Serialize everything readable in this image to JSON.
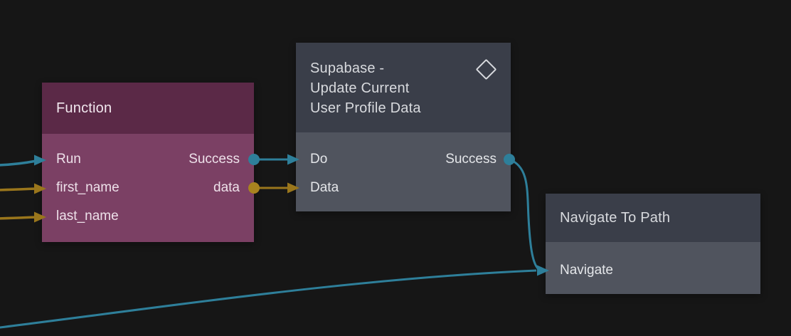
{
  "colors": {
    "background": "#161616",
    "signal_edge": "#2e7f9a",
    "data_edge": "#9a761c",
    "data_port_dot": "#a8831f",
    "function_header": "#5b2947",
    "function_body": "#7b4064",
    "slate_header": "#3a3e49",
    "slate_body": "#50545e"
  },
  "nodes": {
    "function": {
      "title": "Function",
      "inputs": [
        {
          "label": "Run"
        },
        {
          "label": "first_name"
        },
        {
          "label": "last_name"
        }
      ],
      "outputs": [
        {
          "label": "Success"
        },
        {
          "label": "data"
        }
      ]
    },
    "supabase": {
      "title_lines": [
        "Supabase -",
        "Update Current",
        "User Profile Data"
      ],
      "icon": "diamond-icon",
      "inputs": [
        {
          "label": "Do"
        },
        {
          "label": "Data"
        }
      ],
      "outputs": [
        {
          "label": "Success"
        }
      ]
    },
    "navigate": {
      "title": "Navigate To Path",
      "inputs": [
        {
          "label": "Navigate"
        }
      ]
    }
  }
}
